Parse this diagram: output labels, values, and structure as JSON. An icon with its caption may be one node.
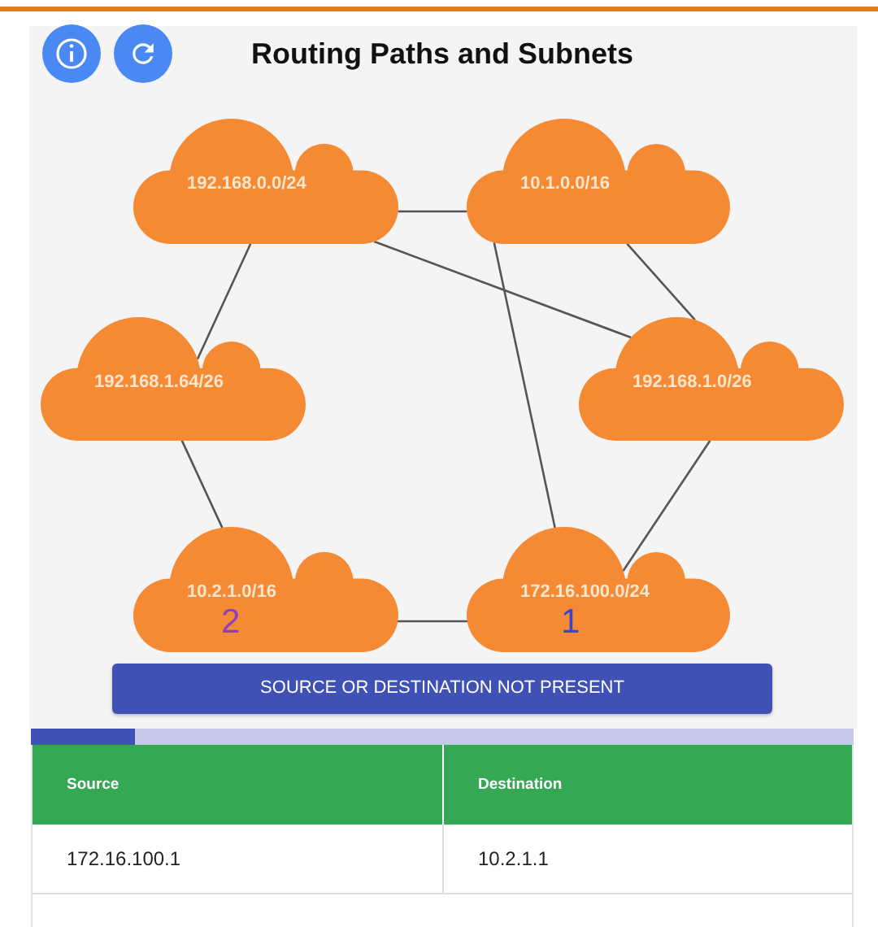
{
  "diagram": {
    "title": "Routing Paths and Subnets",
    "nodes": [
      {
        "text": [
          "192.168.0.0/24"
        ]
      },
      {
        "text": [
          "10.1.0.0/16"
        ]
      },
      {
        "text": [
          "192.168.1.64/26"
        ]
      },
      {
        "text": [
          "192.168.1.0/26"
        ]
      },
      {
        "text": [
          "10.2.1.0/16",
          "2"
        ]
      },
      {
        "text": [
          "172.16.100.0/24",
          "1"
        ]
      }
    ],
    "edges": [
      {
        "from": 0,
        "to": 1,
        "arrow": "none"
      },
      {
        "from": 0,
        "to": 2,
        "arrow": "none"
      },
      {
        "from": 0,
        "to": 3,
        "arrow": "none"
      },
      {
        "from": 1,
        "to": 3,
        "arrow": "none"
      },
      {
        "from": 1,
        "to": 5,
        "arrow": "none"
      },
      {
        "from": 2,
        "to": 4,
        "arrow": "none"
      },
      {
        "from": 3,
        "to": 5,
        "arrow": "none"
      },
      {
        "from": 4,
        "to": 5,
        "arrow": "none"
      }
    ],
    "labels": [
      "SOURCE OR DESTINATION NOT PRESENT",
      "Source",
      "Destination",
      "172.16.100.1",
      "10.2.1.1"
    ]
  }
}
